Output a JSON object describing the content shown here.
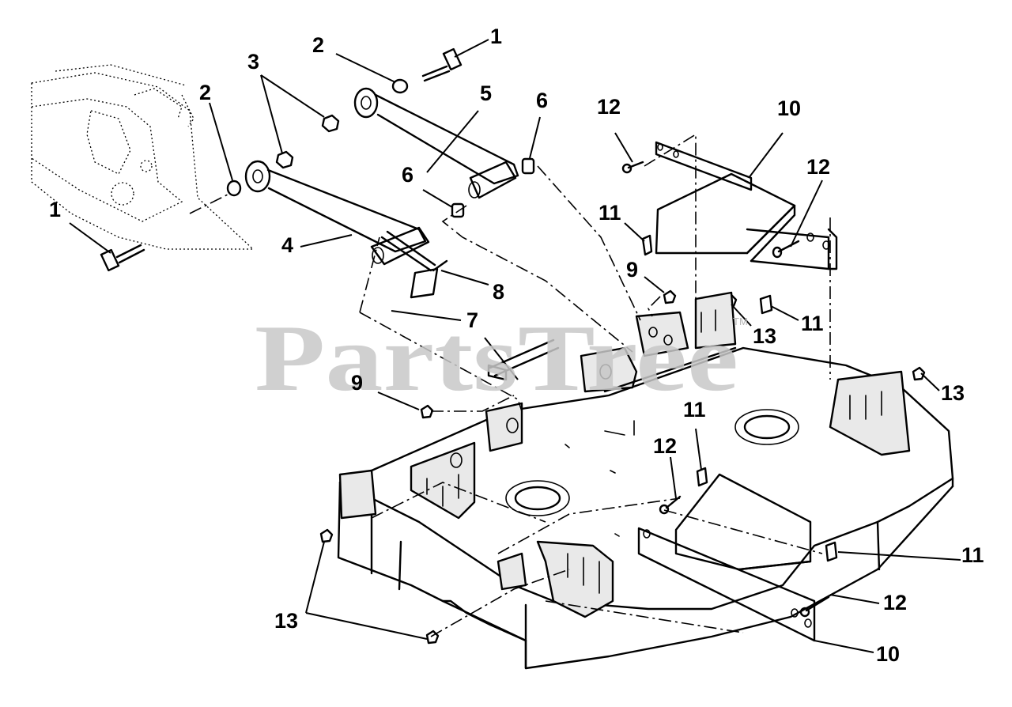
{
  "watermark": {
    "text": "PartsTree",
    "trademark": "TM"
  },
  "callouts": [
    {
      "id": "c1",
      "label": "1"
    },
    {
      "id": "c2",
      "label": "2"
    },
    {
      "id": "c3",
      "label": "3"
    },
    {
      "id": "c4",
      "label": "4"
    },
    {
      "id": "c5",
      "label": "5"
    },
    {
      "id": "c6",
      "label": "6"
    },
    {
      "id": "c7",
      "label": "7"
    },
    {
      "id": "c8",
      "label": "8"
    },
    {
      "id": "c9",
      "label": "9"
    },
    {
      "id": "c10",
      "label": "10"
    },
    {
      "id": "c11",
      "label": "11"
    },
    {
      "id": "c12",
      "label": "12"
    },
    {
      "id": "c13",
      "label": "13"
    }
  ]
}
